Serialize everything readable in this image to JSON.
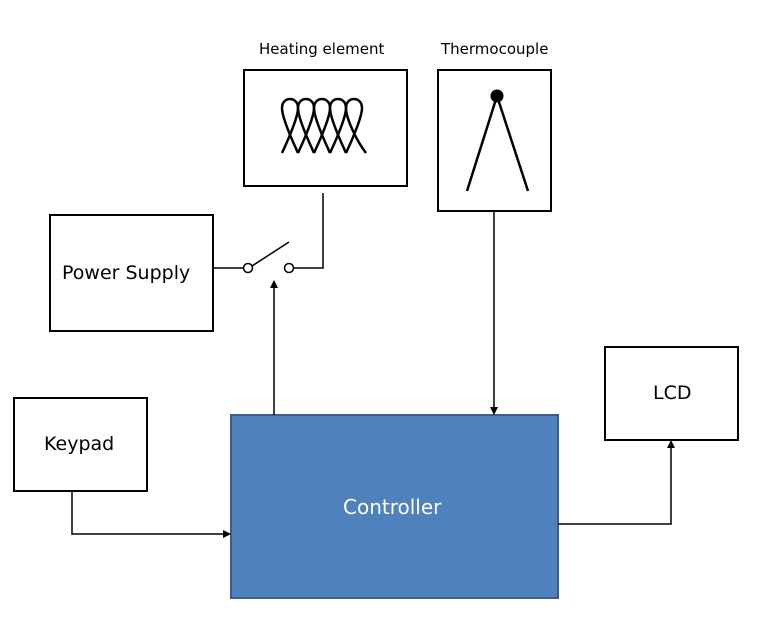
{
  "blocks": {
    "heating_element": "Heating element",
    "thermocouple": "Thermocouple",
    "power_supply": "Power Supply",
    "keypad": "Keypad",
    "controller": "Controller",
    "lcd": "LCD"
  },
  "colors": {
    "controller_fill": "#4f81bd",
    "controller_border": "#3a5f8f",
    "line": "#000000"
  },
  "icons": {
    "heating_element": "coil-icon",
    "thermocouple": "thermocouple-probe-icon",
    "switch": "switch-icon"
  }
}
